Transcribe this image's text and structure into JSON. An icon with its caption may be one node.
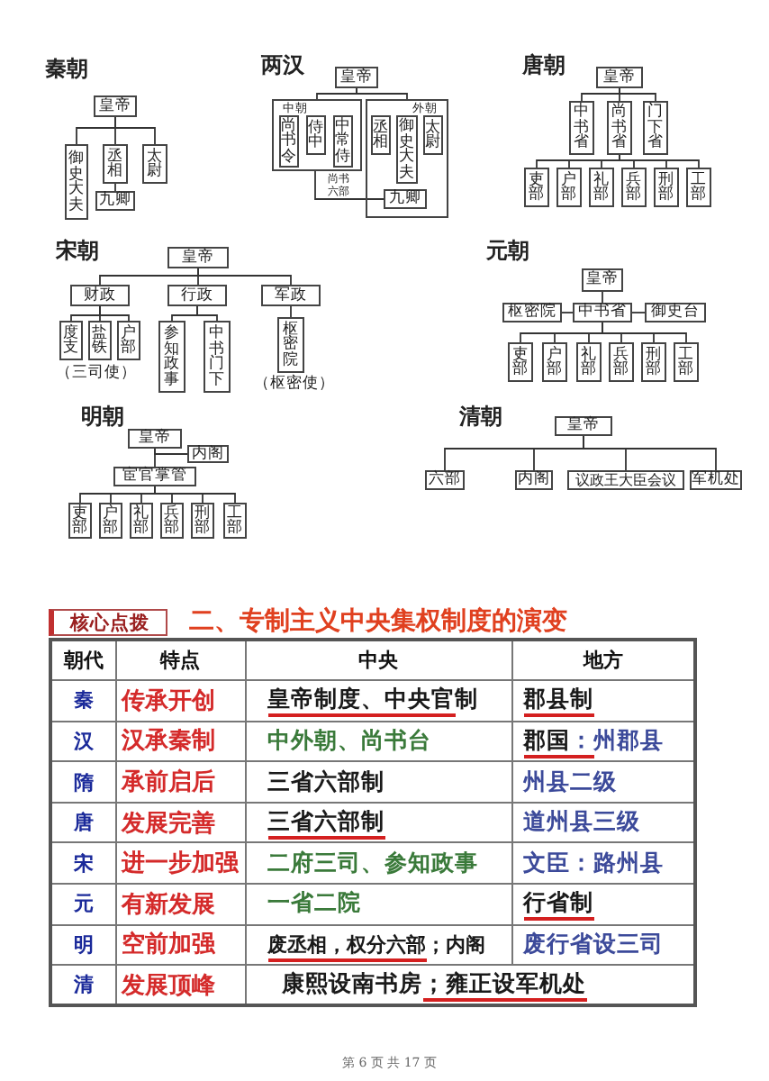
{
  "diagram": {
    "nodes": [
      {
        "text": [
          "皇帝"
        ]
      },
      {
        "text": [
          "御史大夫"
        ]
      },
      {
        "text": [
          "丞相"
        ]
      },
      {
        "text": [
          "太尉"
        ]
      },
      {
        "text": [
          "九卿"
        ]
      },
      {
        "text": [
          "皇帝"
        ]
      },
      {
        "text": [
          "中朝"
        ]
      },
      {
        "text": [
          "尚书令"
        ],
        "in": 6
      },
      {
        "text": [
          "侍中"
        ],
        "in": 6
      },
      {
        "text": [
          "中常侍"
        ],
        "in": 6
      },
      {
        "text": [
          "外朝"
        ]
      },
      {
        "text": [
          "丞相"
        ],
        "in": 10
      },
      {
        "text": [
          "御史大夫"
        ],
        "in": 10
      },
      {
        "text": [
          "太尉"
        ],
        "in": 10
      },
      {
        "text": [
          "九卿"
        ],
        "in": 10
      },
      {
        "text": [
          "皇帝"
        ]
      },
      {
        "text": [
          "中书省"
        ]
      },
      {
        "text": [
          "尚书省"
        ]
      },
      {
        "text": [
          "门下省"
        ]
      },
      {
        "text": [
          "吏部"
        ]
      },
      {
        "text": [
          "户部"
        ]
      },
      {
        "text": [
          "礼部"
        ]
      },
      {
        "text": [
          "兵部"
        ]
      },
      {
        "text": [
          "刑部"
        ]
      },
      {
        "text": [
          "工部"
        ]
      },
      {
        "text": [
          "皇帝"
        ]
      },
      {
        "text": [
          "财政"
        ]
      },
      {
        "text": [
          "行政"
        ]
      },
      {
        "text": [
          "军政"
        ]
      },
      {
        "text": [
          "度支"
        ]
      },
      {
        "text": [
          "盐铁"
        ]
      },
      {
        "text": [
          "户部"
        ]
      },
      {
        "text": [
          "参知政事"
        ]
      },
      {
        "text": [
          "中书门下"
        ]
      },
      {
        "text": [
          "枢密院"
        ],
        "beside": [
          "（枢密使）"
        ]
      },
      {
        "text": [
          "皇帝"
        ]
      },
      {
        "text": [
          "枢密院"
        ]
      },
      {
        "text": [
          "中书省"
        ]
      },
      {
        "text": [
          "御史台"
        ]
      },
      {
        "text": [
          "吏部"
        ]
      },
      {
        "text": [
          "户部"
        ]
      },
      {
        "text": [
          "礼部"
        ]
      },
      {
        "text": [
          "兵部"
        ]
      },
      {
        "text": [
          "刑部"
        ]
      },
      {
        "text": [
          "工部"
        ]
      },
      {
        "text": [
          "皇帝"
        ]
      },
      {
        "text": [
          "内阁"
        ]
      },
      {
        "text": [
          "宦官掌管"
        ]
      },
      {
        "text": [
          "吏部"
        ]
      },
      {
        "text": [
          "户部"
        ]
      },
      {
        "text": [
          "礼部"
        ]
      },
      {
        "text": [
          "兵部"
        ]
      },
      {
        "text": [
          "刑部"
        ]
      },
      {
        "text": [
          "工部"
        ]
      },
      {
        "text": [
          "皇帝"
        ]
      },
      {
        "text": [
          "六部"
        ]
      },
      {
        "text": [
          "内阁"
        ]
      },
      {
        "text": [
          "议政王大臣会议"
        ]
      },
      {
        "text": [
          "军机处"
        ]
      }
    ],
    "edges": [
      {
        "from": 0,
        "to": 1,
        "arrow": "none"
      },
      {
        "from": 0,
        "to": 2,
        "arrow": "none"
      },
      {
        "from": 0,
        "to": 3,
        "arrow": "none"
      },
      {
        "from": 2,
        "to": 4,
        "arrow": "none"
      },
      {
        "from": 5,
        "to": 6,
        "arrow": "none"
      },
      {
        "from": 5,
        "to": 10,
        "arrow": "none"
      },
      {
        "from": 6,
        "to": 14,
        "arrow": "none",
        "label": "尚书六部"
      },
      {
        "from": 15,
        "to": 16,
        "arrow": "none"
      },
      {
        "from": 15,
        "to": 17,
        "arrow": "none"
      },
      {
        "from": 15,
        "to": 18,
        "arrow": "none"
      },
      {
        "from": 17,
        "to": 19,
        "arrow": "none"
      },
      {
        "from": 17,
        "to": 20,
        "arrow": "none"
      },
      {
        "from": 17,
        "to": 21,
        "arrow": "none"
      },
      {
        "from": 17,
        "to": 22,
        "arrow": "none"
      },
      {
        "from": 17,
        "to": 23,
        "arrow": "none"
      },
      {
        "from": 17,
        "to": 24,
        "arrow": "none"
      },
      {
        "from": 25,
        "to": 26,
        "arrow": "none"
      },
      {
        "from": 25,
        "to": 27,
        "arrow": "none"
      },
      {
        "from": 25,
        "to": 28,
        "arrow": "none"
      },
      {
        "from": 26,
        "to": 29,
        "arrow": "none"
      },
      {
        "from": 26,
        "to": 30,
        "arrow": "none"
      },
      {
        "from": 26,
        "to": 31,
        "arrow": "none"
      },
      {
        "from": 27,
        "to": 32,
        "arrow": "none"
      },
      {
        "from": 27,
        "to": 33,
        "arrow": "none"
      },
      {
        "from": 28,
        "to": 34,
        "arrow": "none"
      },
      {
        "from": 35,
        "to": 37,
        "arrow": "none"
      },
      {
        "from": 36,
        "to": 37,
        "arrow": "none"
      },
      {
        "from": 37,
        "to": 38,
        "arrow": "none"
      },
      {
        "from": 37,
        "to": 39,
        "arrow": "none"
      },
      {
        "from": 37,
        "to": 40,
        "arrow": "none"
      },
      {
        "from": 37,
        "to": 41,
        "arrow": "none"
      },
      {
        "from": 37,
        "to": 42,
        "arrow": "none"
      },
      {
        "from": 37,
        "to": 43,
        "arrow": "none"
      },
      {
        "from": 37,
        "to": 44,
        "arrow": "none"
      },
      {
        "from": 45,
        "to": 46,
        "arrow": "none"
      },
      {
        "from": 45,
        "to": 47,
        "arrow": "none"
      },
      {
        "from": 47,
        "to": 48,
        "arrow": "none"
      },
      {
        "from": 47,
        "to": 49,
        "arrow": "none"
      },
      {
        "from": 47,
        "to": 50,
        "arrow": "none"
      },
      {
        "from": 47,
        "to": 51,
        "arrow": "none"
      },
      {
        "from": 47,
        "to": 52,
        "arrow": "none"
      },
      {
        "from": 47,
        "to": 53,
        "arrow": "none"
      },
      {
        "from": 54,
        "to": 55,
        "arrow": "none"
      },
      {
        "from": 54,
        "to": 56,
        "arrow": "none"
      },
      {
        "from": 54,
        "to": 57,
        "arrow": "none"
      },
      {
        "from": 54,
        "to": 58,
        "arrow": "none"
      }
    ],
    "labels": [
      "秦朝",
      "两汉",
      "唐朝",
      "宋朝",
      "元朝",
      "（三司使）",
      "明朝",
      "清朝",
      "核心点拨",
      "二、专制主义中央集权制度的演变",
      "朝代",
      "特点",
      "中央",
      "地方",
      "秦",
      "传承开创",
      "皇帝制度、中央官制",
      "郡县制",
      "汉",
      "汉承秦制",
      "中外朝、尚书台",
      "郡国：州郡县",
      "隋",
      "承前启后",
      "三省六部制",
      "州县二级",
      "唐",
      "发展完善",
      "三省六部制",
      "道州县三级",
      "宋",
      "进一步加强",
      "二府三司、参知政事",
      "文臣：路州县",
      "元",
      "有新发展",
      "一省二院",
      "行省制",
      "明",
      "空前加强",
      "废丞相，权分六部；内阁",
      "废行省设三司",
      "清",
      "发展顶峰",
      "康熙设南书房；雍正设军机处",
      "第 6 页 共 17 页"
    ]
  }
}
